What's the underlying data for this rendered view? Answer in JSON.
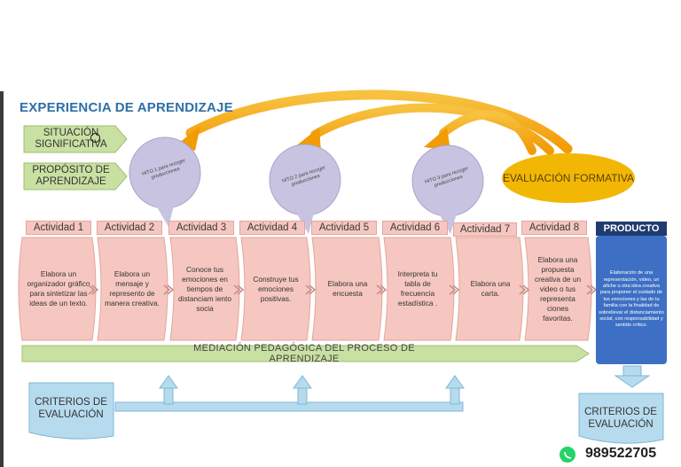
{
  "title": "EXPERIENCIA DE APRENDIZAJE",
  "situacion": "SITUACIÓN SIGNIFICATIVA",
  "proposito": "PROPÓSITO DE APRENDIZAJE",
  "evaluacion": "EVALUACIÓN FORMATIVA",
  "hitos": [
    "HITO 1 para recoger producciones",
    "HITO 2 para recoger producciones",
    "HITO 3 para recoger producciones"
  ],
  "actividades": [
    {
      "label": "Actividad 1",
      "text": "Elabora un organizador gráfico para sintetizar las ideas de un texto."
    },
    {
      "label": "Actividad 2",
      "text": "Elabora un mensaje y represento de manera creativa."
    },
    {
      "label": "Actividad 3",
      "text": "Conoce tus emociones en tiempos de distanciam iento socia"
    },
    {
      "label": "Actividad 4",
      "text": "Construye tus emociones positivas."
    },
    {
      "label": "Actividad 5",
      "text": "Elabora una encuesta"
    },
    {
      "label": "Actividad 6",
      "text": "Interpreta tu tabla de frecuencia estadística ."
    },
    {
      "label": "Actividad 7",
      "text": "Elabora una carta."
    },
    {
      "label": "Actividad 8",
      "text": "Elabora una propuesta creativa de un video o tus representa ciones favoritas."
    }
  ],
  "producto": {
    "title": "PRODUCTO",
    "text": "Elaboración de una representación, video, un afiche u otra idea creativa para proponer el cuidado de tus emociones y las de tu familia con la finalidad de sobrellevar el distanciamiento social, con responsabilidad y sentido crítico."
  },
  "mediacion": "MEDIACIÓN PEDAGÓGICA DEL PROCESO DE APRENDIZAJE",
  "criterios_left": "CRITERIOS DE EVALUACIÓN",
  "criterios_right": "CRITERIOS DE EVALUACIÓN",
  "phone": "989522705",
  "icons": {
    "whatsapp": "whatsapp-icon",
    "chevron": "chevron-right-icon"
  },
  "colors": {
    "title": "#2e6fa7",
    "activity_fill": "#f6c7c0",
    "green": "#c9e0a3",
    "hito": "#c8c3e0",
    "evaluacion": "#f2b705",
    "producto": "#1f3c6f",
    "criterios": "#b7dbee"
  }
}
